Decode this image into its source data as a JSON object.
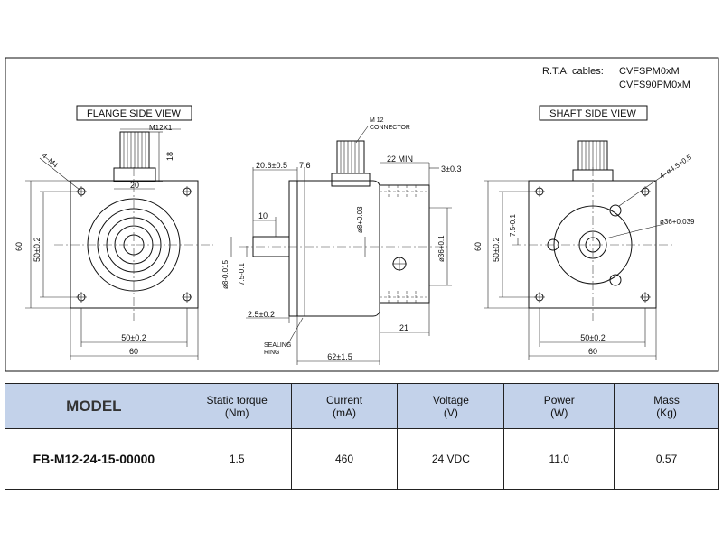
{
  "header": {
    "cables_label": "R.T.A. cables:",
    "cable_1": "CVFSPM0xM",
    "cable_2": "CVFS90PM0xM"
  },
  "flange_view": {
    "title": "FLANGE SIDE VIEW",
    "dim_m12": "M12X1",
    "dim_18": "18",
    "dim_20": "20",
    "dim_m4": "4–M4",
    "dim_60_h": "60",
    "dim_50_h": "50±0.2",
    "dim_50_w": "50±0.2",
    "dim_60_w": "60"
  },
  "side_view": {
    "connector_label_1": "M 12",
    "connector_label_2": "CONNECTOR",
    "dim_20_6": "20.6±0.5",
    "dim_7_6": "7.6",
    "dim_22min": "22 MIN",
    "dim_3": "3±0.3",
    "dim_10": "10",
    "dim_phi8": "ø8+0.03",
    "dim_phi36": "ø36+0.1",
    "dim_phi8_shaft": "ø8-0.015",
    "dim_7_5": "7.5-0.1",
    "dim_2_5": "2.5±0.2",
    "dim_21": "21",
    "sealing_1": "SEALING",
    "sealing_2": "RING",
    "dim_62": "62±1.5"
  },
  "shaft_view": {
    "title": "SHAFT SIDE VIEW",
    "dim_4_45": "4–ø4.5+0.5",
    "dim_36": "ø36+0.039",
    "dim_7_5": "7.5-0.1",
    "dim_60_h": "60",
    "dim_50_h": "50±0.2",
    "dim_50_w": "50±0.2",
    "dim_60_w": "60"
  },
  "table": {
    "headers": {
      "model": "MODEL",
      "torque": "Static torque",
      "torque_unit": "(Nm)",
      "current": "Current",
      "current_unit": "(mA)",
      "voltage": "Voltage",
      "voltage_unit": "(V)",
      "power": "Power",
      "power_unit": "(W)",
      "mass": "Mass",
      "mass_unit": "(Kg)"
    },
    "row": {
      "model": "FB-M12-24-15-00000",
      "torque": "1.5",
      "current": "460",
      "voltage": "24 VDC",
      "power": "11.0",
      "mass": "0.57"
    }
  }
}
